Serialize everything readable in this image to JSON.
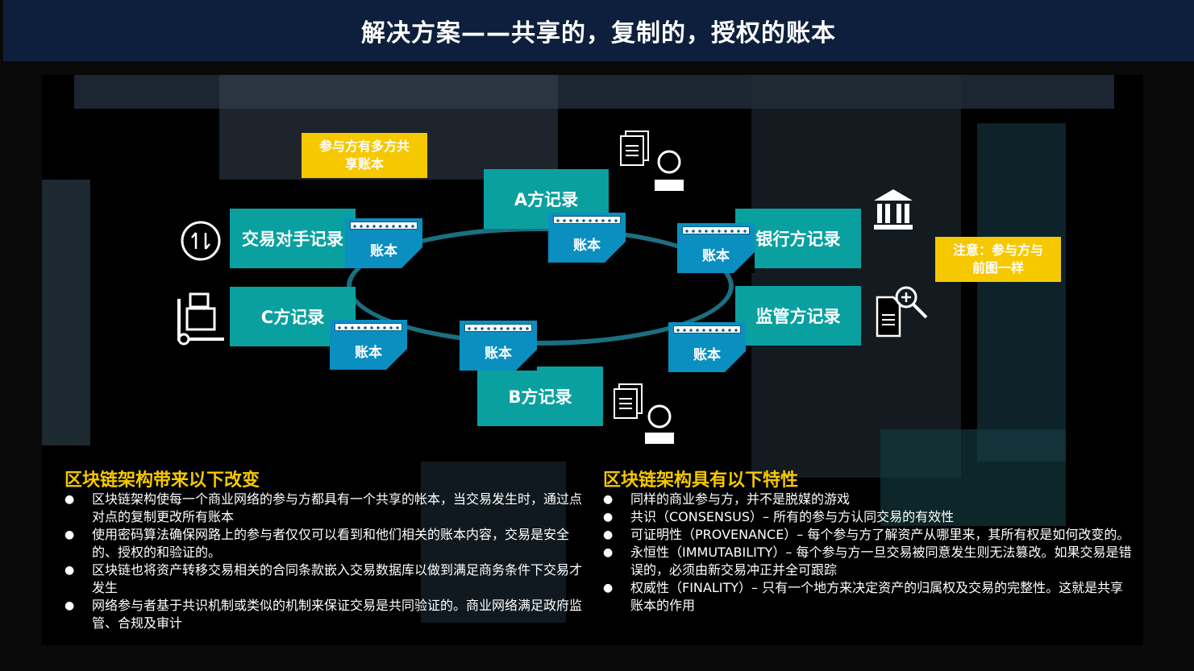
{
  "slide": {
    "title": "解决方案——共享的，复制的，授权的账本"
  },
  "diagram": {
    "notes": {
      "shared_ledger": "参与方有多方共享账本",
      "note_same": "注意：参与方与前图一样"
    },
    "records": [
      {
        "id": "a",
        "label": "A方记录"
      },
      {
        "id": "bank",
        "label": "银行方记录"
      },
      {
        "id": "regulator",
        "label": "监管方记录"
      },
      {
        "id": "b",
        "label": "B方记录"
      },
      {
        "id": "c",
        "label": "C方记录"
      },
      {
        "id": "counterparty",
        "label": "交易对手记录"
      }
    ],
    "ledger_label": "账本"
  },
  "left": {
    "heading": "区块链架构带来以下改变",
    "items": [
      "区块链架构使每一个商业网络的参与方都具有一个共享的帐本，当交易发生时，通过点对点的复制更改所有账本",
      "使用密码算法确保网路上的参与者仅仅可以看到和他们相关的账本内容，交易是安全的、授权的和验证的。",
      "区块链也将资产转移交易相关的合同条款嵌入交易数据库以做到满足商务条件下交易才发生",
      "网络参与者基于共识机制或类似的机制来保证交易是共同验证的。商业网络满足政府监管、合规及审计"
    ]
  },
  "right": {
    "heading": "区块链架构具有以下特性",
    "items": [
      "同样的商业参与方，并不是脱媒的游戏",
      "共识（CONSENSUS）– 所有的参与方认同交易的有效性",
      "可证明性（PROVENANCE）– 每个参与方了解资产从哪里来，其所有权是如何改变的。",
      "永恒性（IMMUTABILITY）– 每个参与方一旦交易被同意发生则无法篡改。如果交易是错误的，必须由新交易冲正并全可跟踪",
      "权威性（FINALITY）– 只有一个地方来决定资产的归属权及交易的完整性。这就是共享账本的作用"
    ]
  },
  "colors": {
    "title_bg": "#0d1f3c",
    "record_teal": "#0aa0a0",
    "ledger_blue": "#0b8fc1",
    "accent_yellow": "#f6c800"
  }
}
